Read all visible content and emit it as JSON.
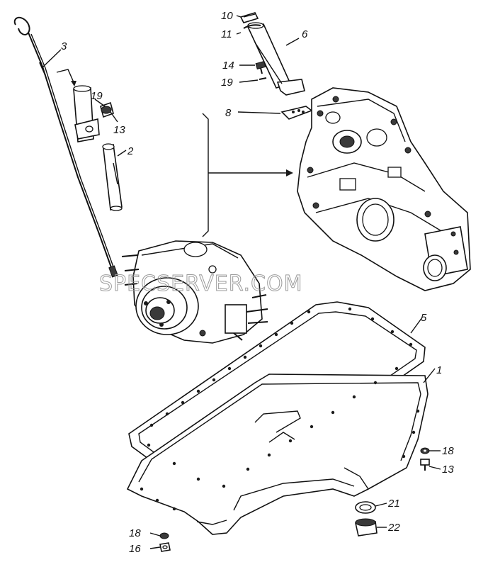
{
  "watermark": "SPECSERVER.COM",
  "callouts": {
    "p1": "1",
    "p2": "2",
    "p3": "3",
    "p5": "5",
    "p6": "6",
    "p8": "8",
    "p10": "10",
    "p11": "11",
    "p13a": "13",
    "p13b": "13",
    "p14": "14",
    "p16": "16",
    "p18a": "18",
    "p18b": "18",
    "p19a": "19",
    "p19b": "19",
    "p21": "21",
    "p22": "22"
  }
}
